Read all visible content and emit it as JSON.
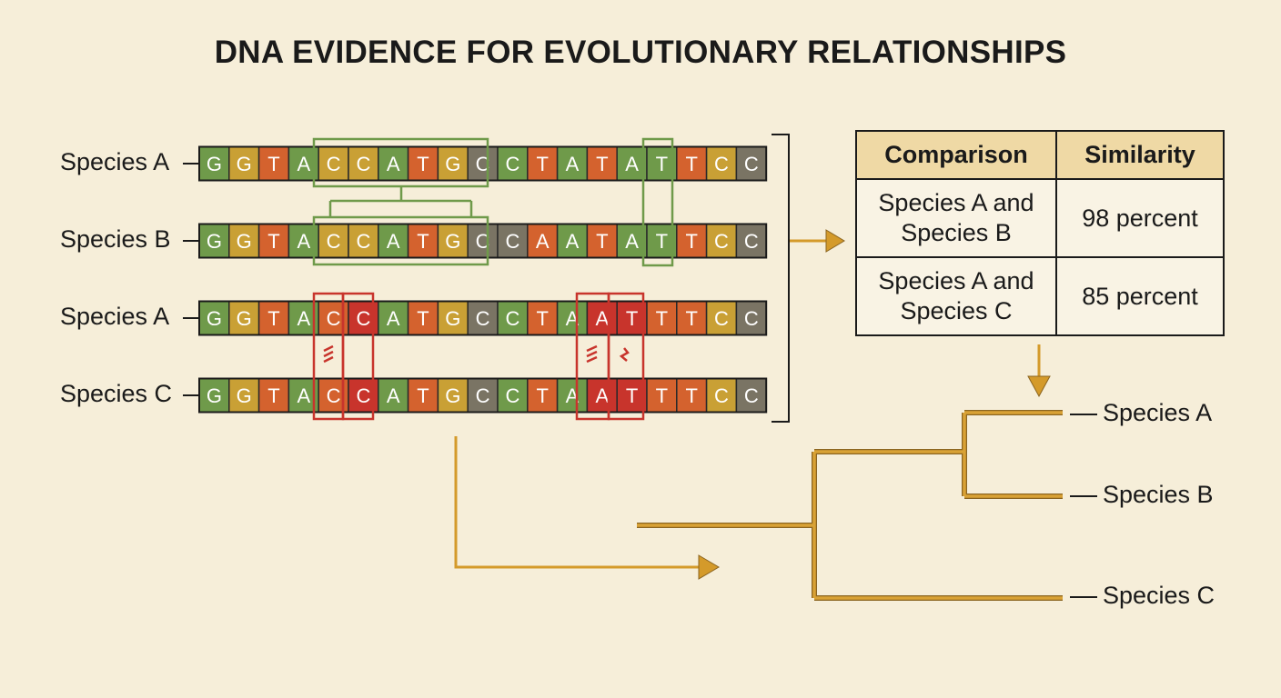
{
  "title": "DNA EVIDENCE FOR EVOLUTIONARY RELATIONSHIPS",
  "alignments": [
    {
      "label": "Species A",
      "sequence": [
        "G",
        "G",
        "T",
        "A",
        "C",
        "C",
        "A",
        "T",
        "G",
        "C",
        "C",
        "T",
        "A",
        "T",
        "A",
        "T",
        "T",
        "C",
        "C"
      ],
      "colors": [
        "#6f9a4a",
        "#c9a035",
        "#d4622e",
        "#6f9a4a",
        "#c9a035",
        "#c9a035",
        "#6f9a4a",
        "#d4622e",
        "#c9a035",
        "#7a7464",
        "#6f9a4a",
        "#d4622e",
        "#6f9a4a",
        "#d4622e",
        "#6f9a4a",
        "#6f9a4a",
        "#d4622e",
        "#c9a035",
        "#7a7464"
      ]
    },
    {
      "label": "Species B",
      "sequence": [
        "G",
        "G",
        "T",
        "A",
        "C",
        "C",
        "A",
        "T",
        "G",
        "C",
        "C",
        "A",
        "A",
        "T",
        "A",
        "T",
        "T",
        "C",
        "C"
      ],
      "colors": [
        "#6f9a4a",
        "#c9a035",
        "#d4622e",
        "#6f9a4a",
        "#c9a035",
        "#c9a035",
        "#6f9a4a",
        "#d4622e",
        "#c9a035",
        "#7a7464",
        "#7a7464",
        "#d4622e",
        "#6f9a4a",
        "#d4622e",
        "#6f9a4a",
        "#6f9a4a",
        "#d4622e",
        "#c9a035",
        "#7a7464"
      ]
    },
    {
      "label": "Species A",
      "sequence": [
        "G",
        "G",
        "T",
        "A",
        "C",
        "C",
        "A",
        "T",
        "G",
        "C",
        "C",
        "T",
        "A",
        "A",
        "T",
        "T",
        "T",
        "C",
        "C"
      ],
      "colors": [
        "#6f9a4a",
        "#c9a035",
        "#d4622e",
        "#6f9a4a",
        "#d4622e",
        "#c8342c",
        "#6f9a4a",
        "#d4622e",
        "#c9a035",
        "#7a7464",
        "#6f9a4a",
        "#d4622e",
        "#6f9a4a",
        "#c8342c",
        "#c8342c",
        "#d4622e",
        "#d4622e",
        "#c9a035",
        "#7a7464"
      ]
    },
    {
      "label": "Species C",
      "sequence": [
        "G",
        "G",
        "T",
        "A",
        "C",
        "C",
        "A",
        "T",
        "G",
        "C",
        "C",
        "T",
        "A",
        "A",
        "T",
        "T",
        "T",
        "C",
        "C"
      ],
      "colors": [
        "#6f9a4a",
        "#c9a035",
        "#d4622e",
        "#6f9a4a",
        "#d4622e",
        "#c8342c",
        "#6f9a4a",
        "#d4622e",
        "#c9a035",
        "#7a7464",
        "#6f9a4a",
        "#d4622e",
        "#6f9a4a",
        "#c8342c",
        "#c8342c",
        "#d4622e",
        "#d4622e",
        "#c9a035",
        "#7a7464"
      ]
    }
  ],
  "table": {
    "headers": [
      "Comparison",
      "Similarity"
    ],
    "rows": [
      {
        "pair_line1": "Species A and",
        "pair_line2": "Species B",
        "similarity": "98 percent"
      },
      {
        "pair_line1": "Species A and",
        "pair_line2": "Species C",
        "similarity": "85 percent"
      }
    ]
  },
  "tree": {
    "leaves": [
      "Species A",
      "Species B",
      "Species C"
    ]
  },
  "colors": {
    "background": "#f6eed9",
    "match_box": "#6f9a4a",
    "mismatch_box": "#c8342c",
    "arrow": "#d49a2a",
    "table_header": "#efd9a5"
  }
}
